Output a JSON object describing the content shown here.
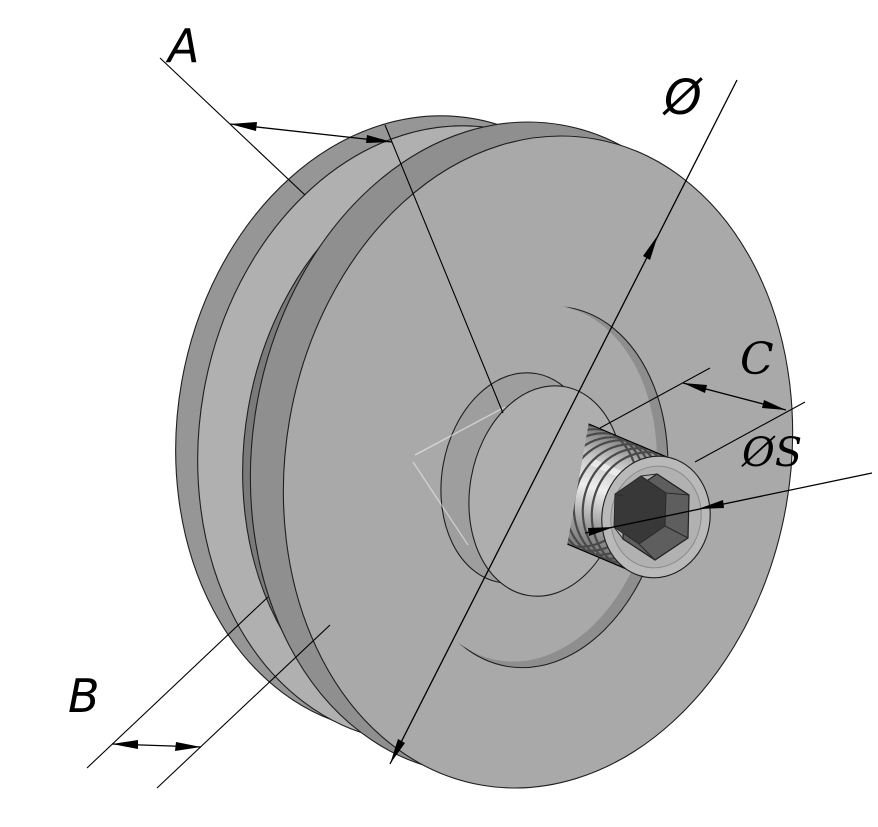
{
  "drawing": {
    "labels": {
      "dim_a": "A",
      "dim_b": "B",
      "dim_diameter": "Ø",
      "dim_c": "C",
      "dim_socket": "ØS"
    },
    "colors": {
      "background": "#ffffff",
      "body": "#a9a9a9",
      "groove_shadow": "#7a7a7a",
      "outline": "#1f1f1f",
      "annotation": "#000000"
    }
  }
}
